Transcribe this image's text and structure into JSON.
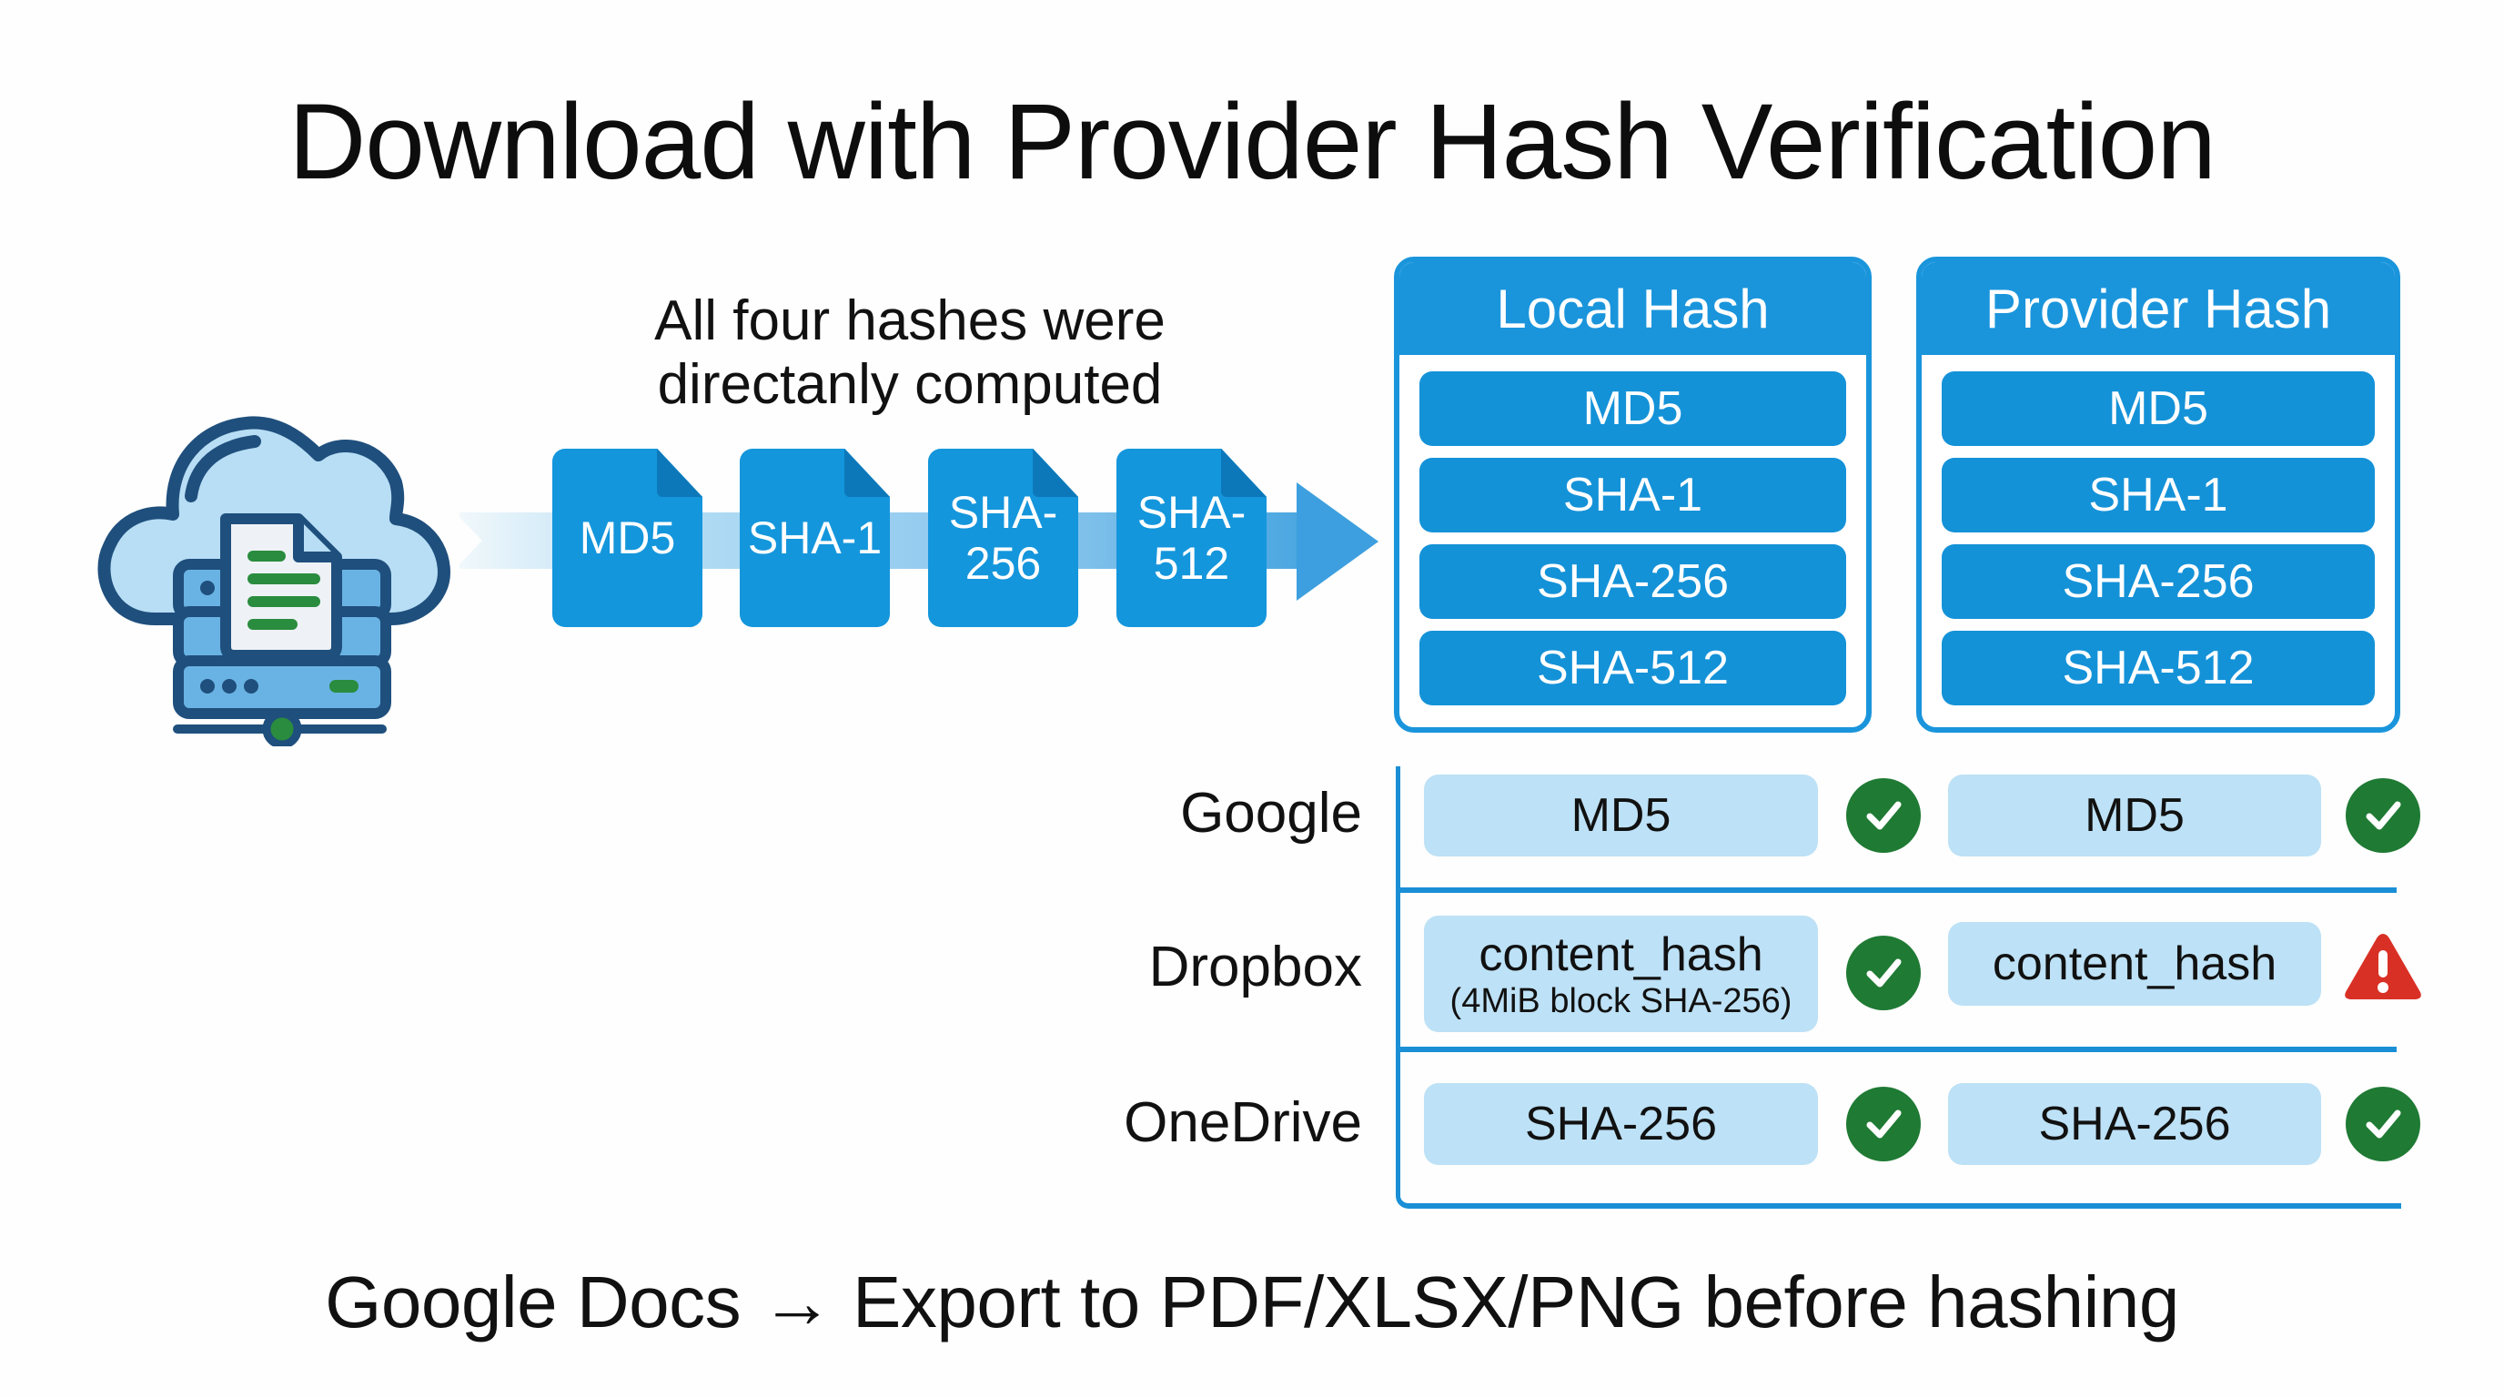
{
  "title": "Download with Provider Hash Verification",
  "subtitle": {
    "line1": "All four hashes were",
    "line2": "directanly computed"
  },
  "source_icon": "cloud-server-document-icon",
  "computed_hashes": [
    "MD5",
    "SHA-1",
    "SHA-256",
    "SHA-512"
  ],
  "computed_hash_cards": [
    {
      "line1": "MD5",
      "line2": ""
    },
    {
      "line1": "SHA-1",
      "line2": ""
    },
    {
      "line1": "SHA-",
      "line2": "256"
    },
    {
      "line1": "SHA-",
      "line2": "512"
    }
  ],
  "local_panel": {
    "title": "Local Hash",
    "items": [
      "MD5",
      "SHA-1",
      "SHA-256",
      "SHA-512"
    ]
  },
  "provider_panel": {
    "title": "Provider Hash",
    "items": [
      "MD5",
      "SHA-1",
      "SHA-256",
      "SHA-512"
    ]
  },
  "providers": [
    {
      "name": "Google",
      "local": "MD5",
      "local_note": "",
      "local_status": "check",
      "provider": "MD5",
      "provider_status": "check"
    },
    {
      "name": "Dropbox",
      "local": "content_hash",
      "local_note": "(4MiB block SHA-256)",
      "local_status": "check",
      "provider": "content_hash",
      "provider_status": "warning"
    },
    {
      "name": "OneDrive",
      "local": "SHA-256",
      "local_note": "",
      "local_status": "check",
      "provider": "SHA-256",
      "provider_status": "check"
    }
  ],
  "footer": "Google Docs → Export to PDF/XLSX/PNG before hashing",
  "colors": {
    "primary_blue": "#1a95dc",
    "dark_fold": "#0d78b9",
    "cell_light_blue": "#bde1f6",
    "check_green": "#1f7a34",
    "warning_red": "#d93025",
    "icon_navy": "#1f4f7d"
  }
}
